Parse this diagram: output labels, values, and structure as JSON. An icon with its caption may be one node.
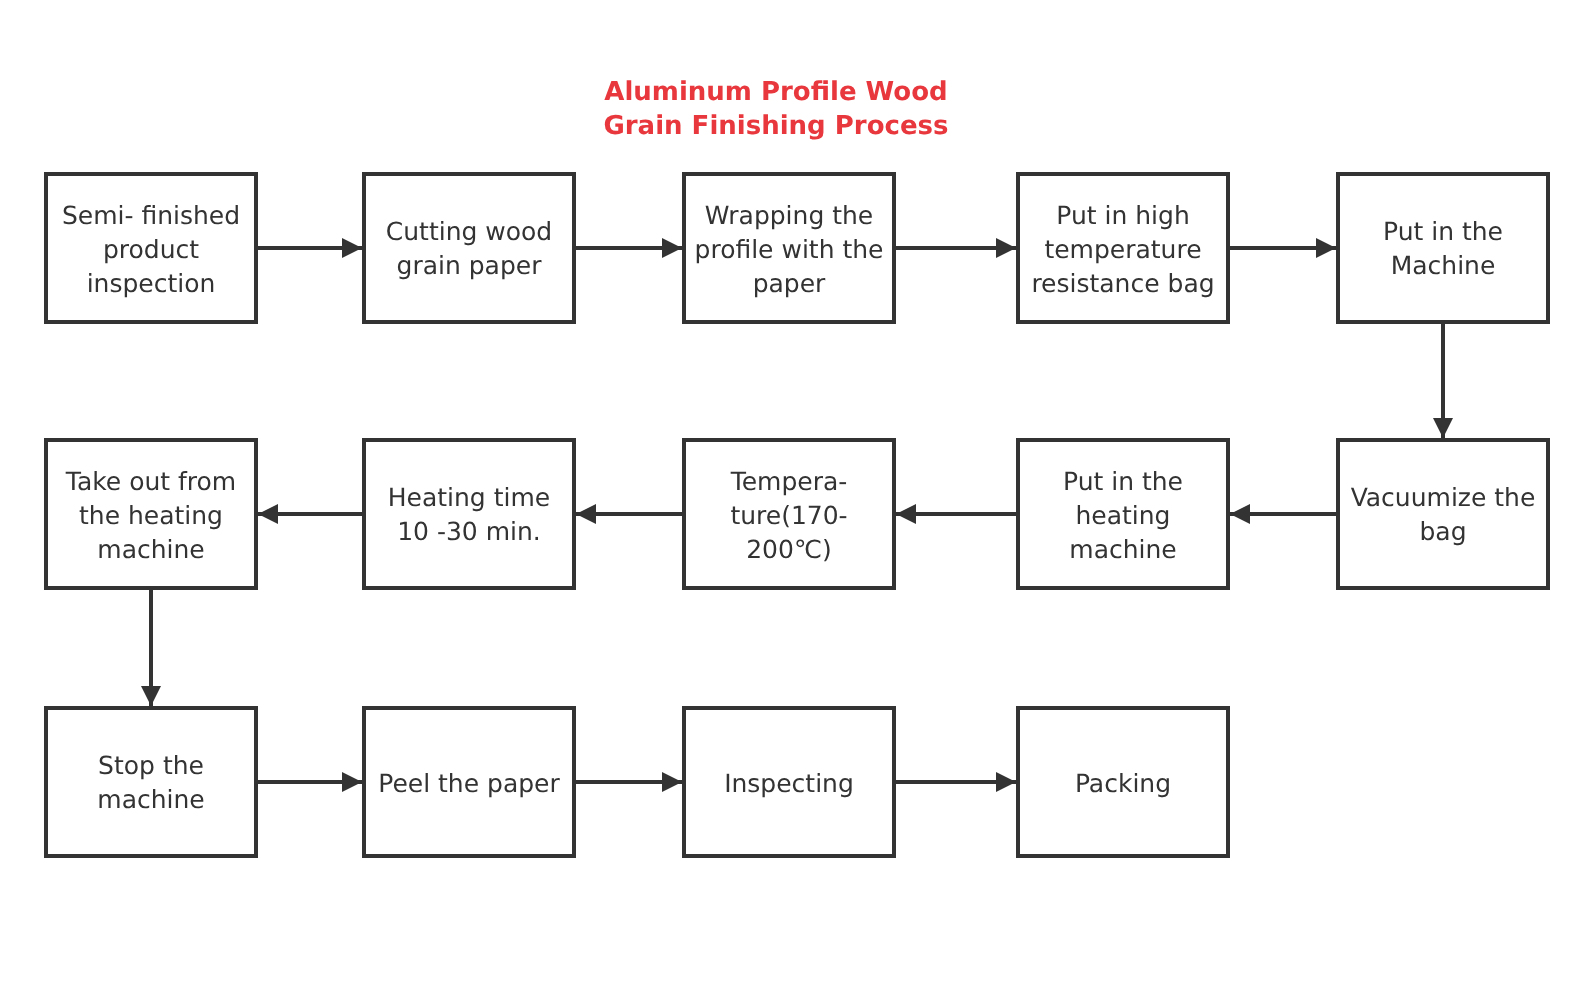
{
  "diagram": {
    "title": "Aluminum Profile Wood Grain Finishing Process",
    "nodes": [
      {
        "text": [
          "Semi- finished product inspection"
        ]
      },
      {
        "text": [
          "Cutting wood grain paper"
        ]
      },
      {
        "text": [
          "Wrapping the profile with the paper"
        ]
      },
      {
        "text": [
          "Put in high temperature resistance bag"
        ]
      },
      {
        "text": [
          "Put in the Machine"
        ]
      },
      {
        "text": [
          "Vacuumize the bag"
        ]
      },
      {
        "text": [
          "Put in the heating machine"
        ]
      },
      {
        "text": [
          "Tempera- ture(170- 200℃)"
        ]
      },
      {
        "text": [
          "Heating time 10 -30 min."
        ]
      },
      {
        "text": [
          "Take out from the heating machine"
        ]
      },
      {
        "text": [
          "Stop the machine"
        ]
      },
      {
        "text": [
          "Peel the paper"
        ]
      },
      {
        "text": [
          "Inspecting"
        ]
      },
      {
        "text": [
          "Packing"
        ]
      }
    ],
    "edges": [
      {
        "from": 0,
        "to": 1,
        "arrow": "to"
      },
      {
        "from": 1,
        "to": 2,
        "arrow": "to"
      },
      {
        "from": 2,
        "to": 3,
        "arrow": "to"
      },
      {
        "from": 3,
        "to": 4,
        "arrow": "to"
      },
      {
        "from": 4,
        "to": 5,
        "arrow": "to"
      },
      {
        "from": 5,
        "to": 6,
        "arrow": "to"
      },
      {
        "from": 6,
        "to": 7,
        "arrow": "to"
      },
      {
        "from": 7,
        "to": 8,
        "arrow": "to"
      },
      {
        "from": 8,
        "to": 9,
        "arrow": "to"
      },
      {
        "from": 9,
        "to": 10,
        "arrow": "to"
      },
      {
        "from": 10,
        "to": 11,
        "arrow": "to"
      },
      {
        "from": 11,
        "to": 12,
        "arrow": "to"
      },
      {
        "from": 12,
        "to": 13,
        "arrow": "to"
      }
    ]
  }
}
